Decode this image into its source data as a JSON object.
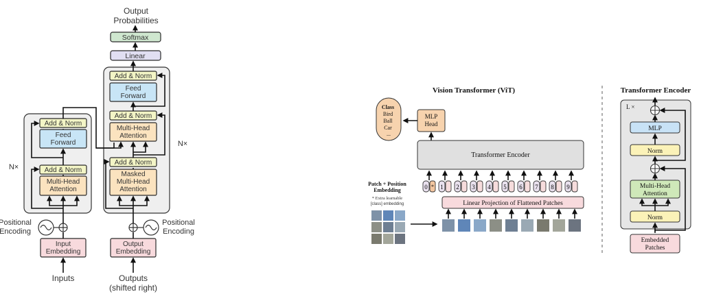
{
  "colors": {
    "add_norm": "#f3f5c6",
    "feed_forward": "#c8e5f6",
    "attention": "#fbe3bf",
    "embedding": "#f8dadd",
    "linear": "#e1dff2",
    "softmax": "#cfe7cf",
    "stack_bg": "#efefef",
    "vit_encoder": "#e0e0e0",
    "mlp_head": "#f7d3ae",
    "class_out": "#f7d3ae",
    "token": "#f6dcdc",
    "vit_norm": "#fbf2b8",
    "vit_mlp": "#c8e2f6",
    "vit_mha": "#cfe8b9",
    "vit_embed": "#f8dadd",
    "vit_encoder_bg": "#e6e6e6"
  },
  "left_diagram": {
    "output_probabilities": [
      "Output",
      "Probabilities"
    ],
    "softmax": "Softmax",
    "linear": "Linear",
    "add_norm": "Add & Norm",
    "feed_forward": [
      "Feed",
      "Forward"
    ],
    "multi_head_attention": [
      "Multi-Head",
      "Attention"
    ],
    "masked_attention": [
      "Masked",
      "Multi-Head",
      "Attention"
    ],
    "nx": "N×",
    "positional_encoding": [
      "Positional",
      "Encoding"
    ],
    "input_embedding": [
      "Input",
      "Embedding"
    ],
    "output_embedding": [
      "Output",
      "Embedding"
    ],
    "inputs": "Inputs",
    "outputs": [
      "Outputs",
      "(shifted right)"
    ]
  },
  "vit": {
    "title": "Vision Transformer (ViT)",
    "class_box": [
      "Class",
      "Bird",
      "Ball",
      "Car",
      "..."
    ],
    "mlp_head": [
      "MLP",
      "Head"
    ],
    "encoder": "Transformer Encoder",
    "patch_label": [
      "Patch + Position",
      "Embedding"
    ],
    "extra_note": [
      "* Extra learnable",
      "[class] embedding"
    ],
    "linear_projection": "Linear Projection of Flattened Patches",
    "tokens": [
      "0",
      "1",
      "2",
      "3",
      "4",
      "5",
      "6",
      "7",
      "8",
      "9"
    ]
  },
  "encoder_block": {
    "title": "Transformer Encoder",
    "lx": "L ×",
    "mlp": "MLP",
    "norm": "Norm",
    "multi_head_attention": [
      "Multi-Head",
      "Attention"
    ],
    "embedded_patches": [
      "Embedded",
      "Patches"
    ]
  }
}
